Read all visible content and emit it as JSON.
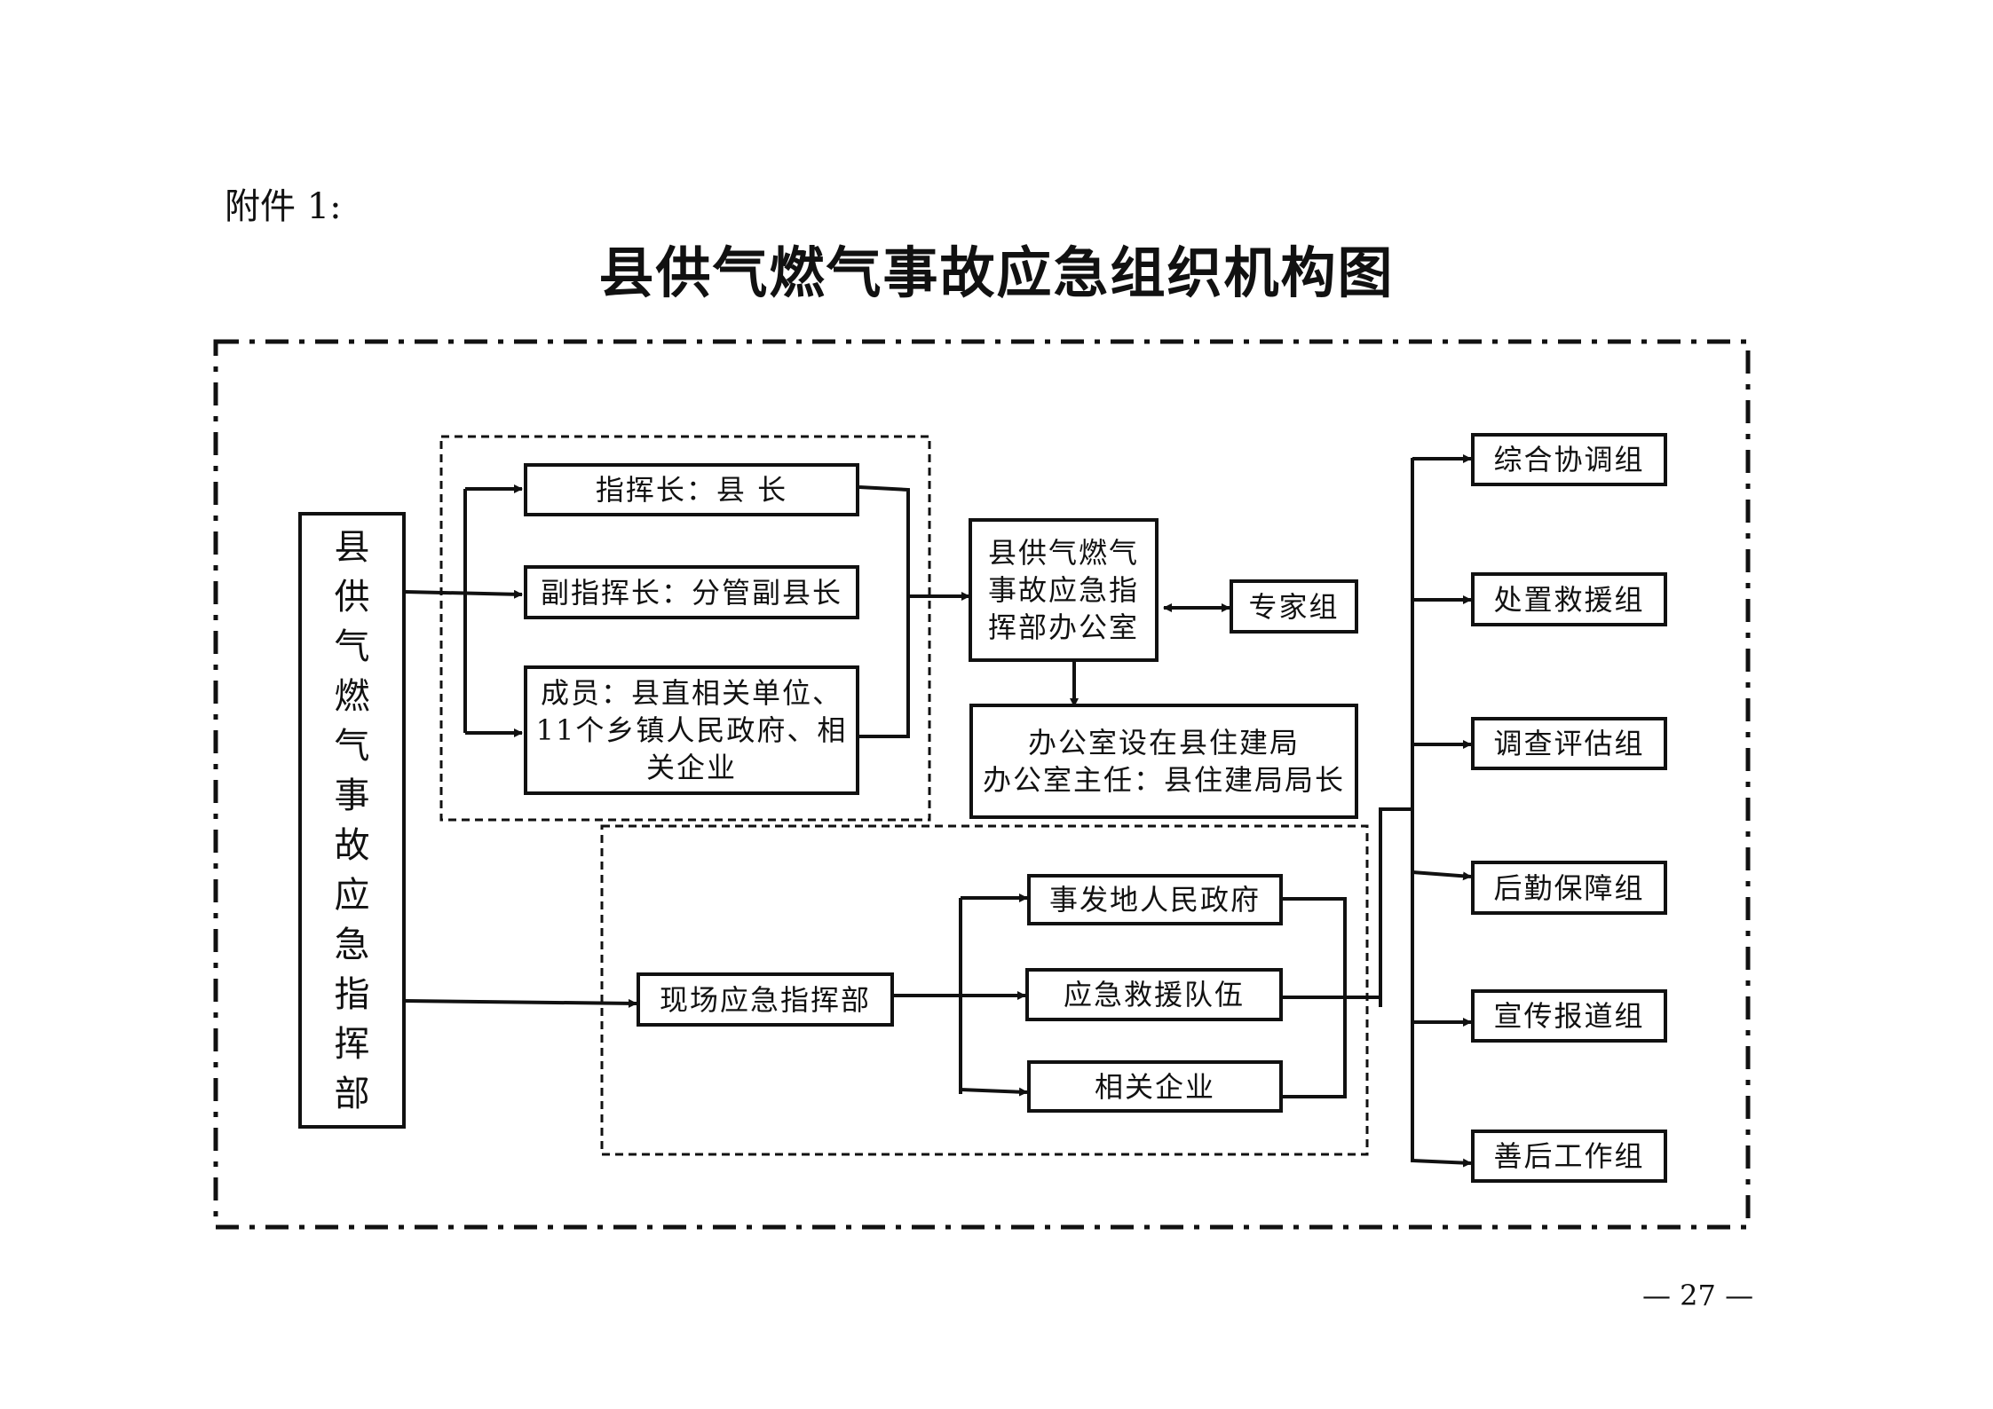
{
  "attachment_label": "附件 1:",
  "title": "县供气燃气事故应急组织机构图",
  "headquarters": "县供气燃气事故应急指挥部",
  "leadership": {
    "commander": "指挥长：县  长",
    "deputy_commander": "副指挥长：分管副县长",
    "members": "成员：县直相关单位、\n11个乡镇人民政府、相\n关企业"
  },
  "office": {
    "name": "县供气燃气\n事故应急指\n挥部办公室",
    "location": "办公室设在县住建局\n办公室主任：县住建局局长"
  },
  "expert_group": "专家组",
  "onsite": {
    "command": "现场应急指挥部",
    "units": [
      "事发地人民政府",
      "应急救援队伍",
      "相关企业"
    ]
  },
  "working_groups": [
    "综合协调组",
    "处置救援组",
    "调查评估组",
    "后勤保障组",
    "宣传报道组",
    "善后工作组"
  ],
  "page_number": "— 27 —"
}
